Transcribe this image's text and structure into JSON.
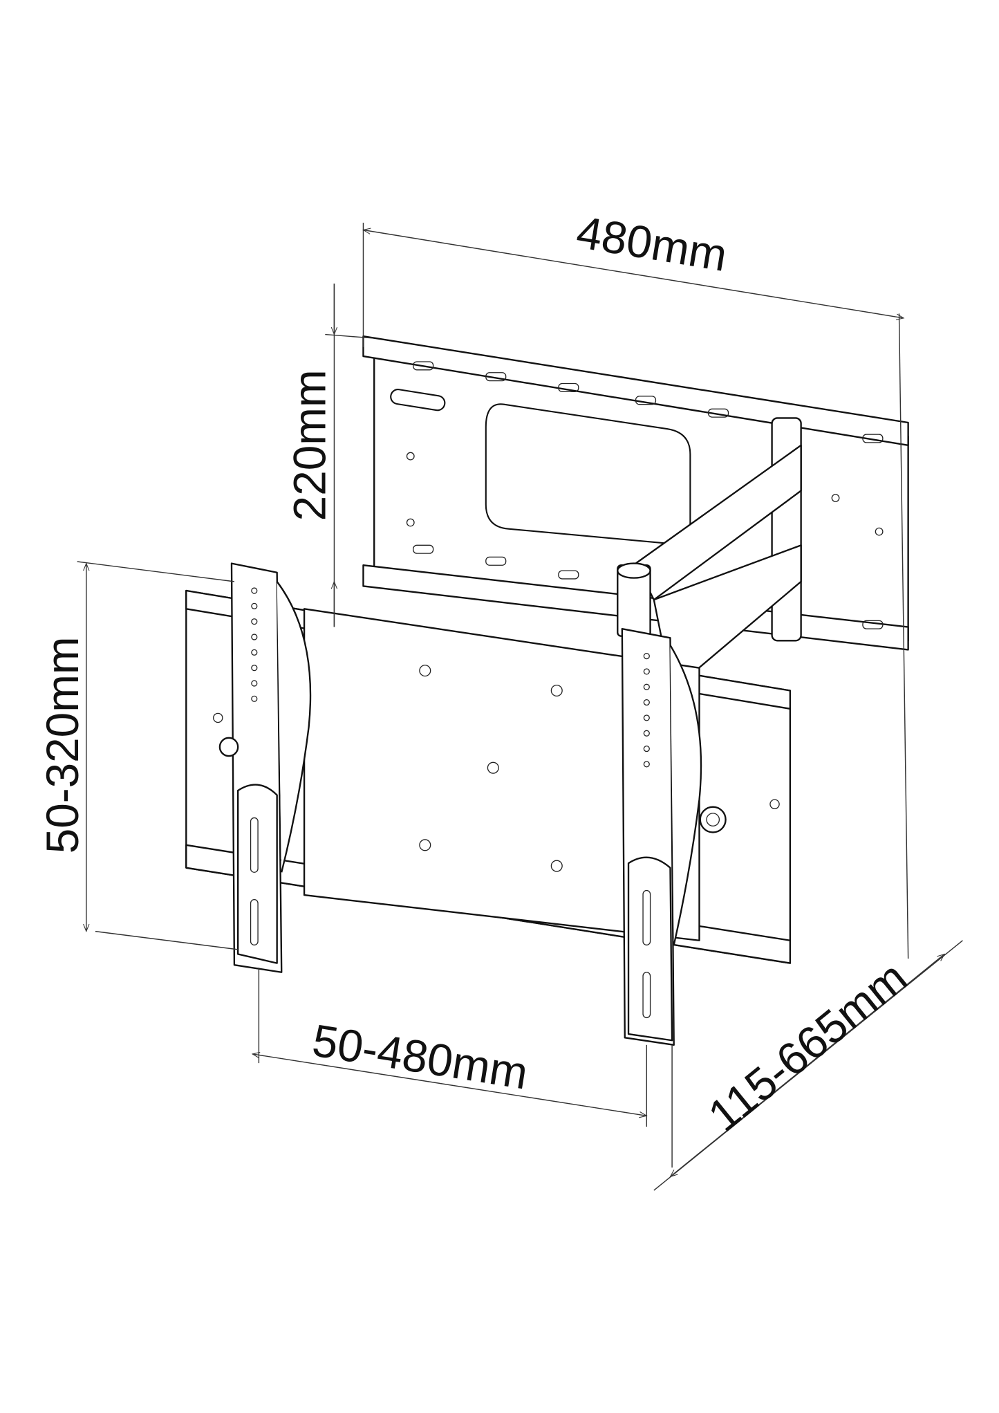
{
  "dimensions": {
    "plate_width": "480mm",
    "plate_height": "220mm",
    "vertical_range": "50-320mm",
    "horizontal_range": "50-480mm",
    "extension_range": "115-665mm"
  },
  "colors": {
    "line": "#111111",
    "background": "#ffffff"
  }
}
